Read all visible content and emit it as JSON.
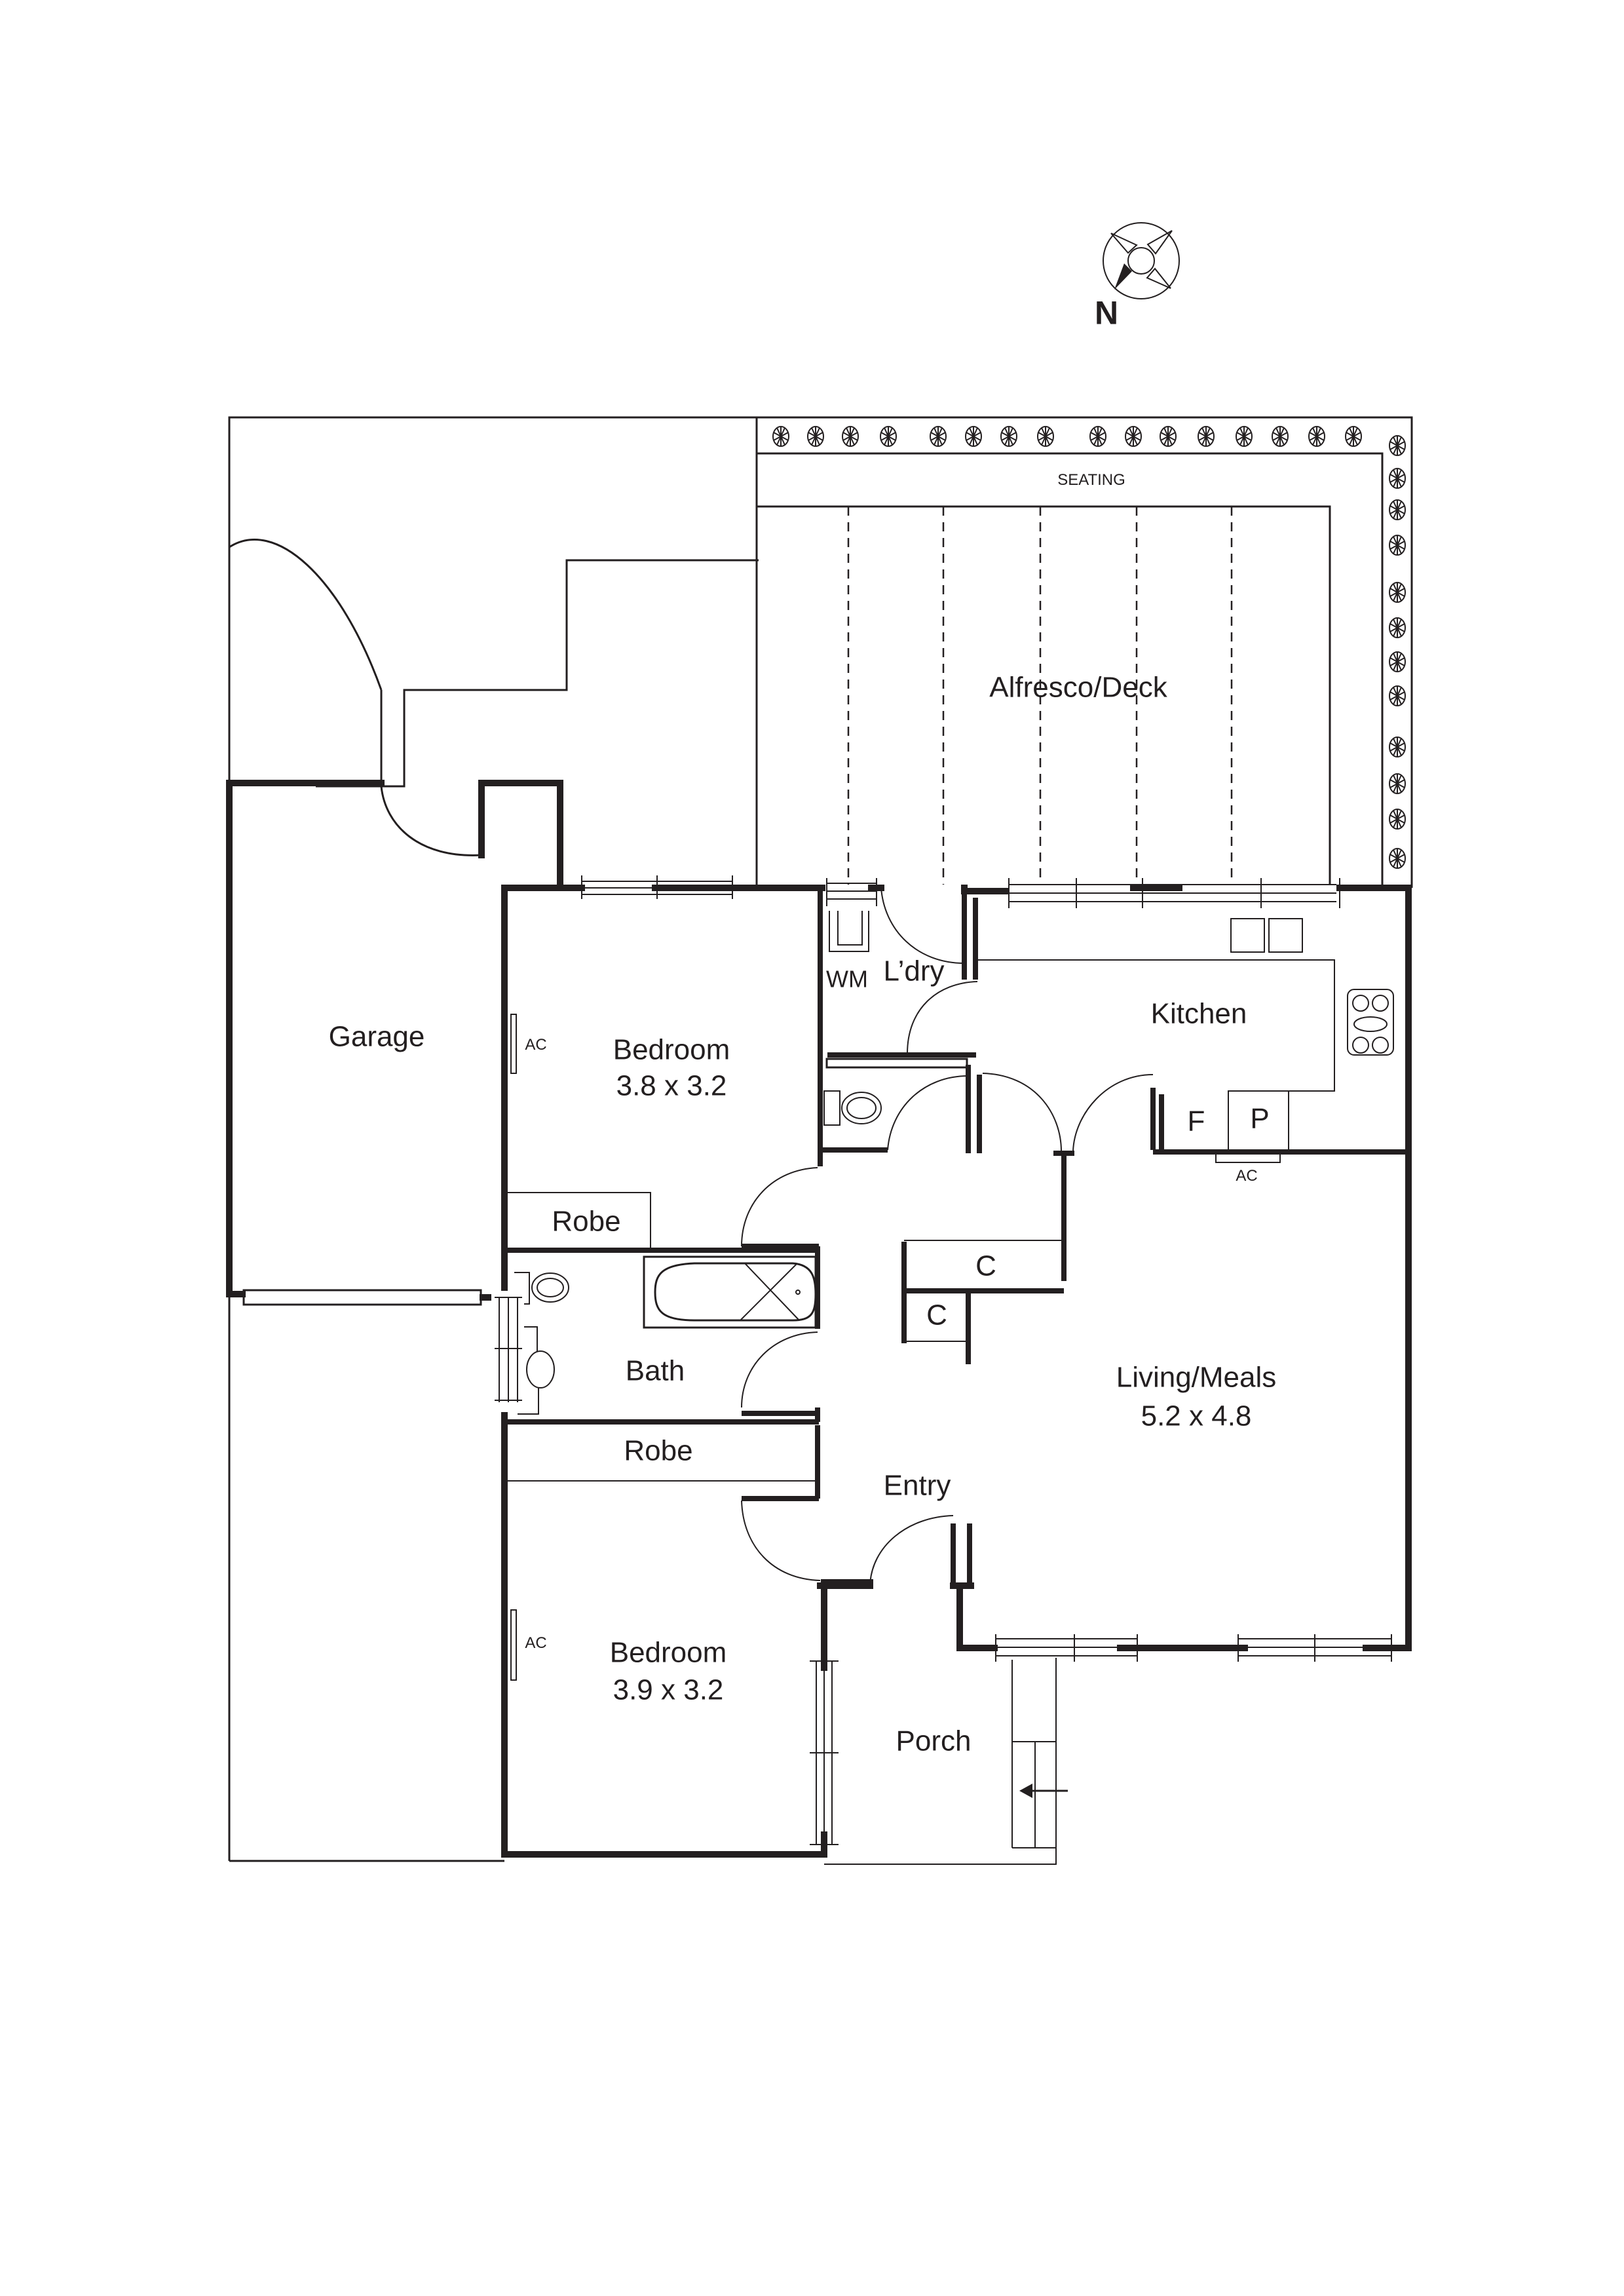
{
  "plan": {
    "compass": {
      "label": "N"
    },
    "outdoor": {
      "seating_label": "SEATING",
      "alfresco_label": "Alfresco/Deck"
    },
    "rooms": {
      "garage": {
        "name": "Garage"
      },
      "bedroom1": {
        "name": "Bedroom",
        "size": "3.8 x 3.2",
        "ac": "AC"
      },
      "robe1": {
        "name": "Robe"
      },
      "laundry": {
        "name": "L’dry",
        "wm": "WM"
      },
      "kitchen": {
        "name": "Kitchen",
        "fridge": "F",
        "pantry": "P",
        "ac": "AC"
      },
      "cupboard1": {
        "name": "C"
      },
      "cupboard2": {
        "name": "C"
      },
      "bath": {
        "name": "Bath"
      },
      "robe2": {
        "name": "Robe"
      },
      "entry": {
        "name": "Entry"
      },
      "living": {
        "name": "Living/Meals",
        "size": "5.2 x 4.8"
      },
      "bedroom2": {
        "name": "Bedroom",
        "size": "3.9 x 3.2",
        "ac": "AC"
      },
      "porch": {
        "name": "Porch"
      }
    }
  }
}
